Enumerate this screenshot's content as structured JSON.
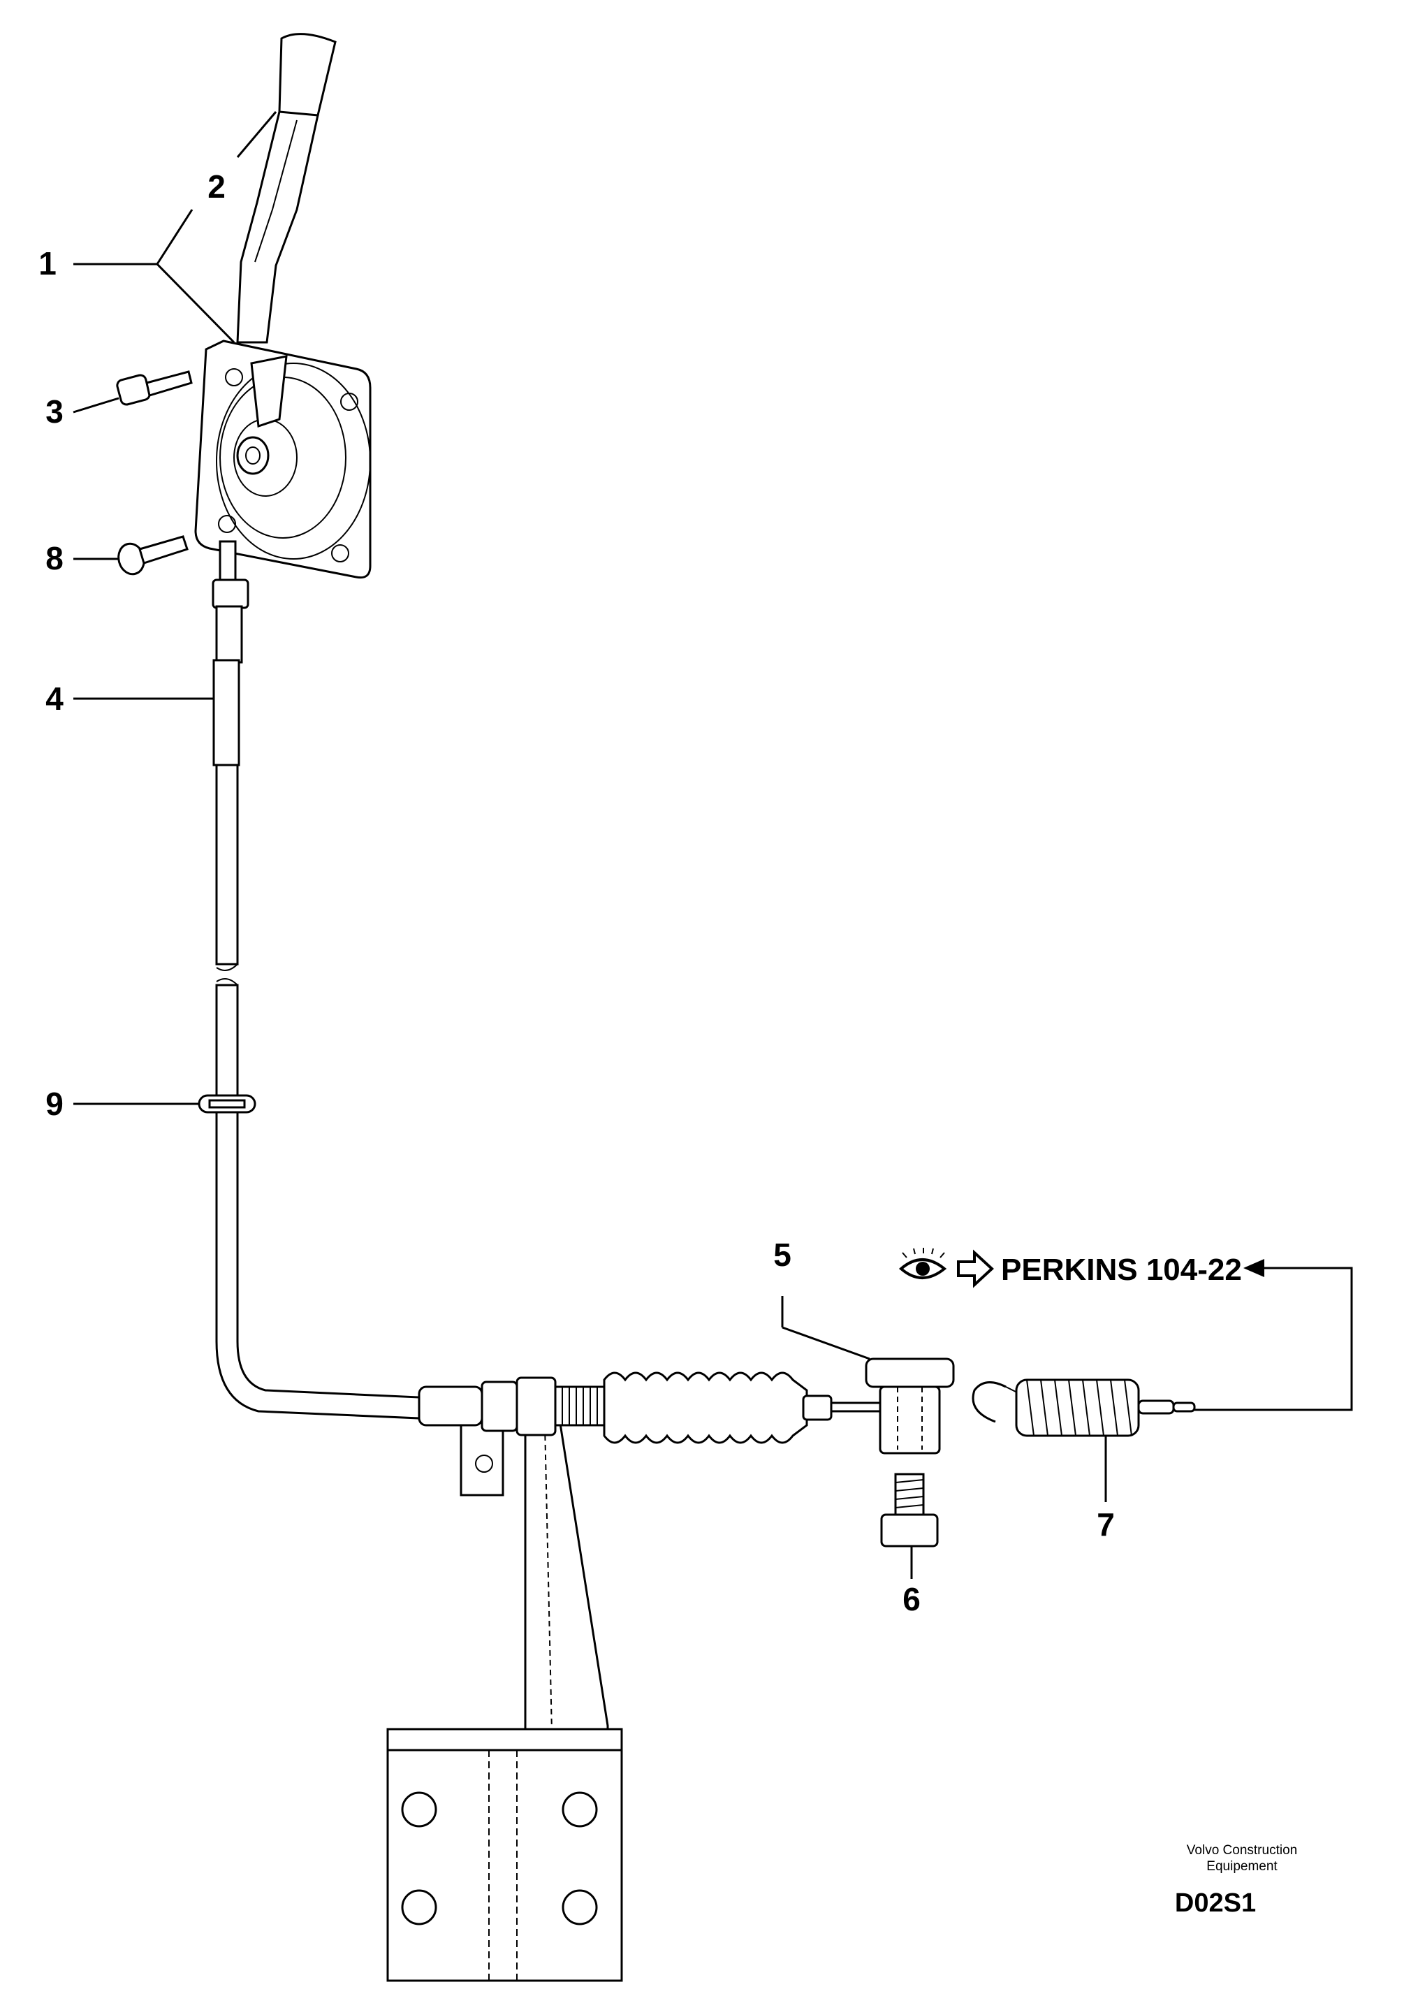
{
  "callouts": {
    "c1": "1",
    "c2": "2",
    "c3": "3",
    "c4": "4",
    "c5": "5",
    "c6": "6",
    "c7": "7",
    "c8": "8",
    "c9": "9"
  },
  "reference": {
    "text": "PERKINS 104-22",
    "icons": [
      "eye-icon",
      "outline-arrow-right-icon"
    ]
  },
  "footer": {
    "brand_line1": "Volvo Construction",
    "brand_line2": "Equipement",
    "drawing_code": "D02S1"
  }
}
